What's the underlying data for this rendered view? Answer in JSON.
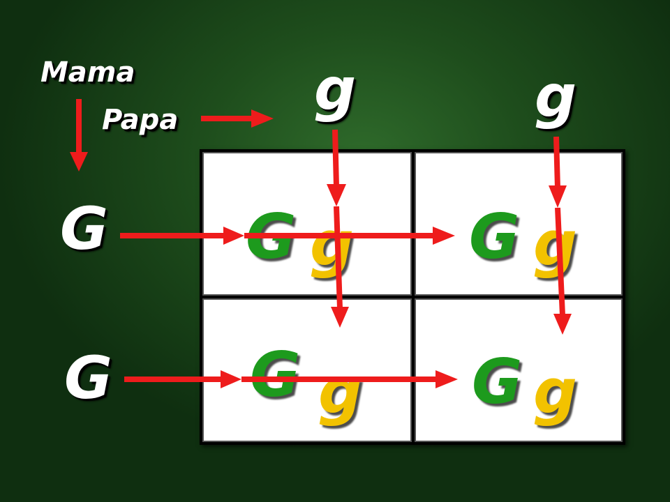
{
  "labels": {
    "mother": "Mama",
    "father": "Papa"
  },
  "father_alleles": [
    "g",
    "g"
  ],
  "mother_alleles": [
    "G",
    "G"
  ],
  "cells": [
    {
      "dominant": "G",
      "recessive": "g"
    },
    {
      "dominant": "G",
      "recessive": "g"
    },
    {
      "dominant": "G",
      "recessive": "g"
    },
    {
      "dominant": "G",
      "recessive": "g"
    }
  ],
  "colors": {
    "dominant": "#1d9a1d",
    "recessive": "#f2c200",
    "arrow": "#ee1c1c",
    "background": "#1e4d1c"
  }
}
